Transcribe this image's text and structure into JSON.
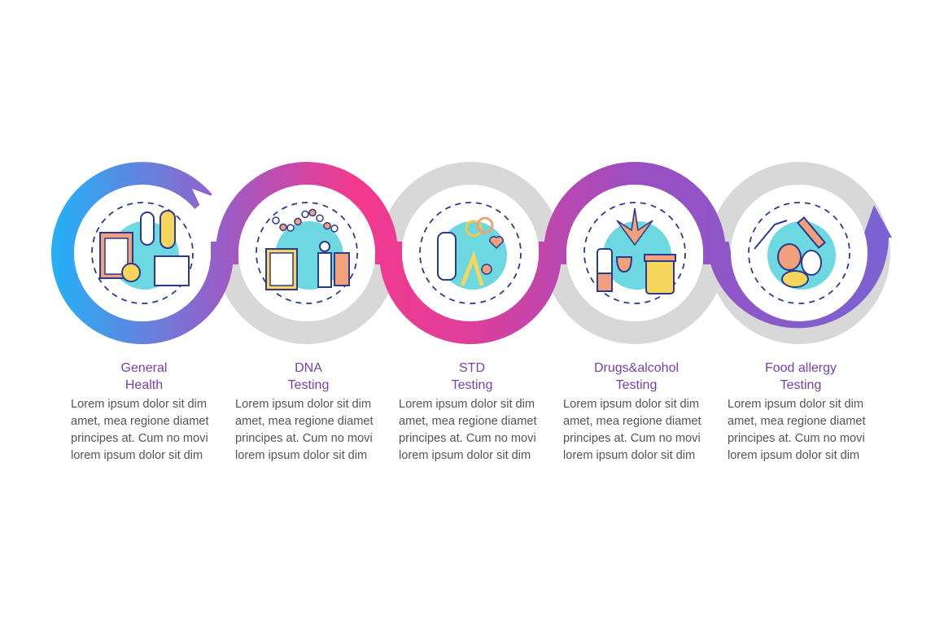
{
  "colors": {
    "grey_ring": "#d8d8d8",
    "blue": "#27aef7",
    "purple": "#9a5cc6",
    "pink": "#f5388e",
    "violet": "#7b62d2",
    "cyan": "#6dd8df",
    "title": "#7a3db0",
    "body": "#545454"
  },
  "steps": [
    {
      "title1": "General",
      "title2": "Health",
      "icon": "medical-checkup-icon",
      "lines": [
        "Lorem ipsum dolor sit dim",
        "amet, mea regione diamet",
        "principes at. Cum no movi",
        "lorem ipsum dolor sit dim"
      ]
    },
    {
      "title1": "DNA",
      "title2": "Testing",
      "icon": "dna-family-icon",
      "lines": [
        "Lorem ipsum dolor sit dim",
        "amet, mea regione diamet",
        "principes at. Cum no movi",
        "lorem ipsum dolor sit dim"
      ]
    },
    {
      "title1": "STD",
      "title2": "Testing",
      "icon": "std-test-icon",
      "lines": [
        "Lorem ipsum dolor sit dim",
        "amet, mea regione diamet",
        "principes at. Cum no movi",
        "lorem ipsum dolor sit dim"
      ]
    },
    {
      "title1": "Drugs&alcohol",
      "title2": "Testing",
      "icon": "drugs-alcohol-icon",
      "lines": [
        "Lorem ipsum dolor sit dim",
        "amet, mea regione diamet",
        "principes at. Cum no movi",
        "lorem ipsum dolor sit dim"
      ]
    },
    {
      "title1": "Food allergy",
      "title2": "Testing",
      "icon": "food-allergy-icon",
      "lines": [
        "Lorem ipsum dolor sit dim",
        "amet, mea regione diamet",
        "principes at. Cum no movi",
        "lorem ipsum dolor sit dim"
      ]
    }
  ]
}
